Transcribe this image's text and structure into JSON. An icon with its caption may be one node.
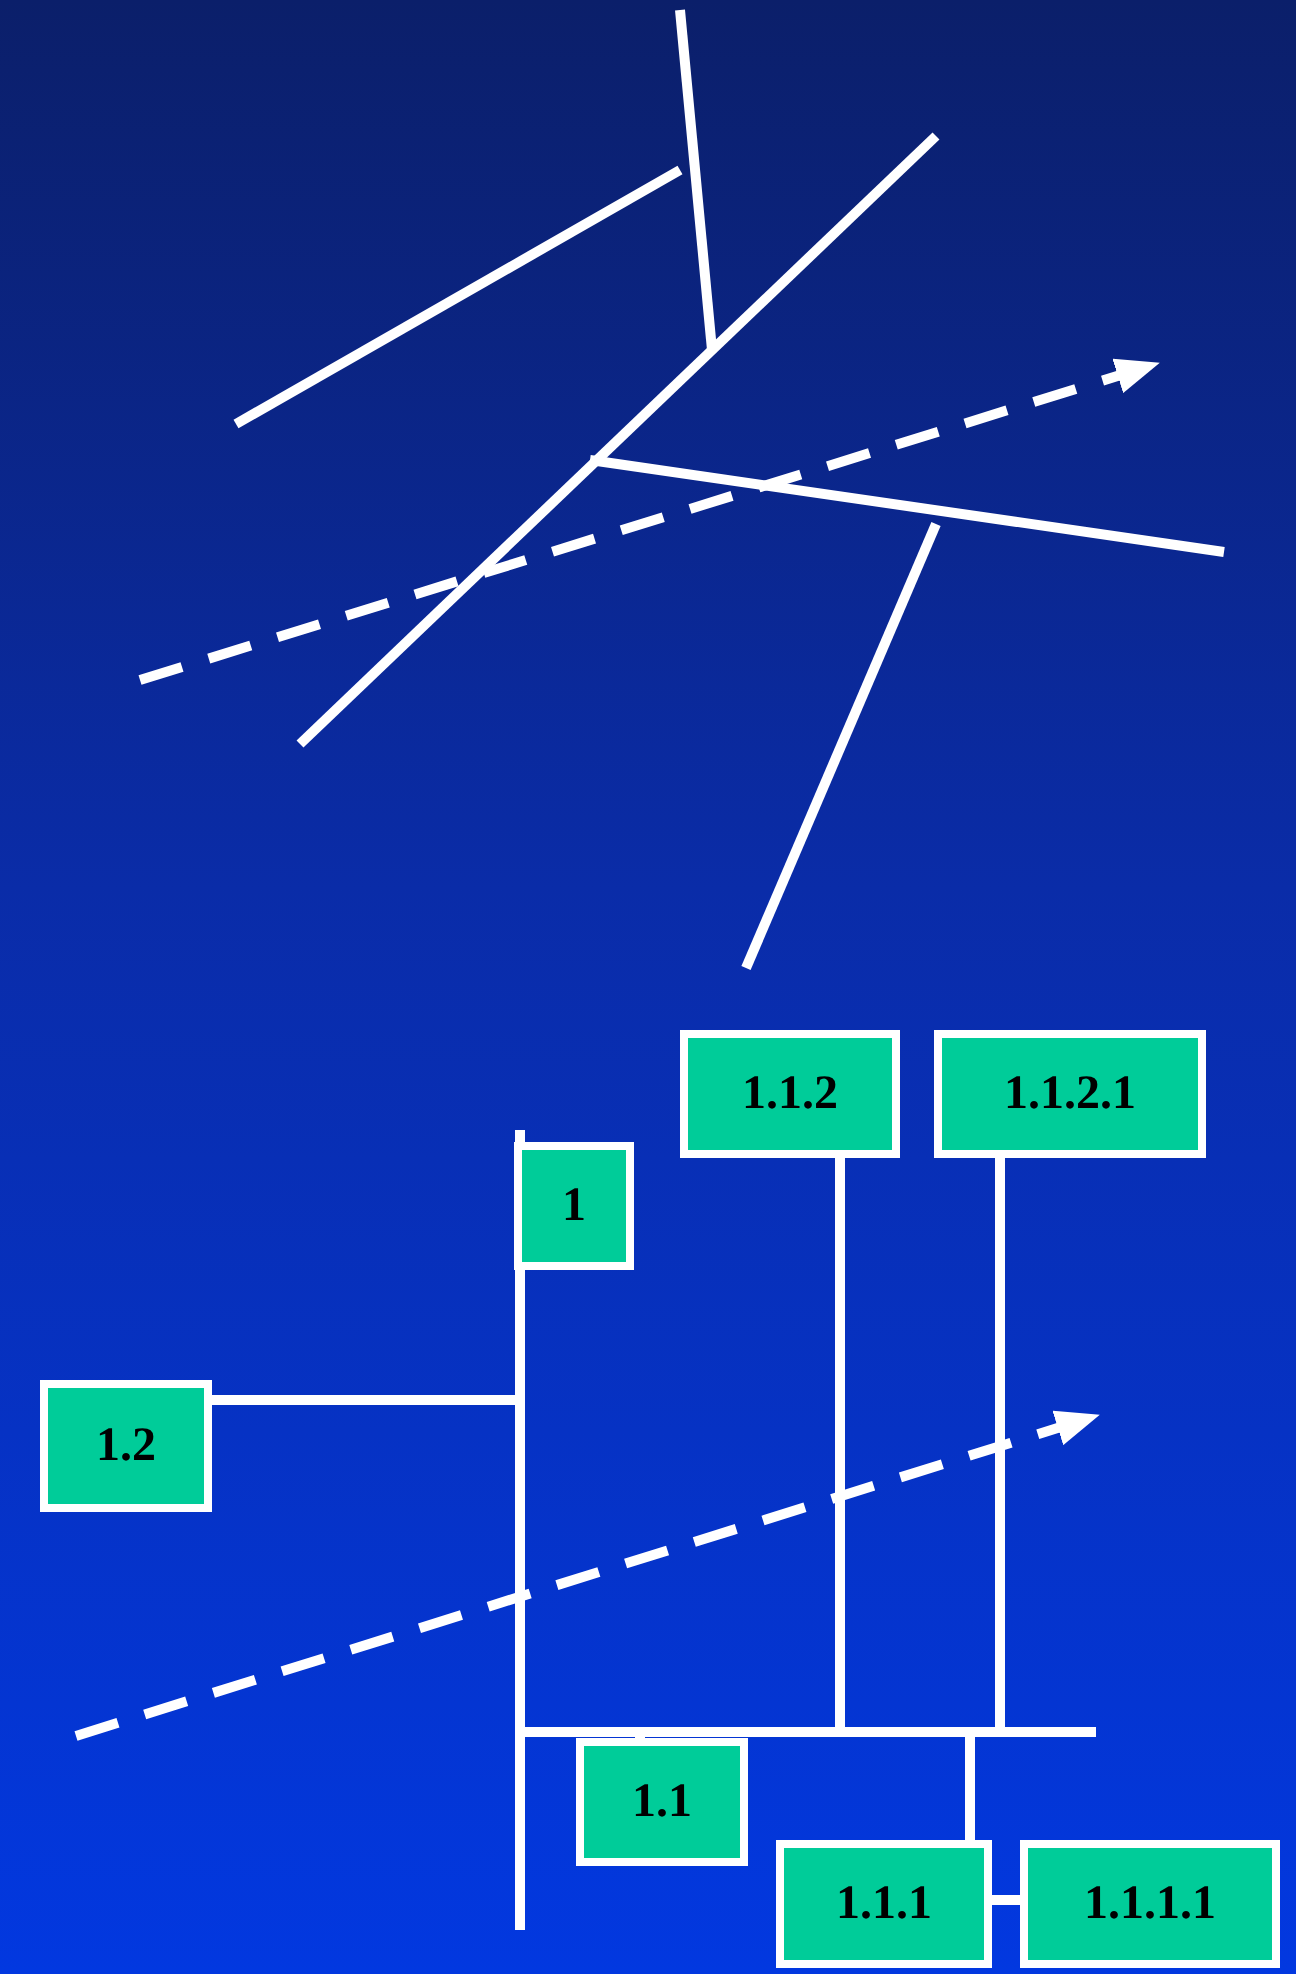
{
  "diagram": {
    "nodes": [
      {
        "text": [
          "1.1.2"
        ]
      },
      {
        "text": [
          "1.1.2.1"
        ]
      },
      {
        "text": [
          "1"
        ]
      },
      {
        "text": [
          "1.2"
        ]
      },
      {
        "text": [
          "1.1"
        ]
      },
      {
        "text": [
          "1.1.1"
        ]
      },
      {
        "text": [
          "1.1.1.1"
        ]
      }
    ],
    "edges": [
      {
        "from": 3,
        "to": 2,
        "arrow": "none"
      },
      {
        "from": 4,
        "to": 2,
        "arrow": "none"
      },
      {
        "from": 0,
        "to": 4,
        "arrow": "none"
      },
      {
        "from": 1,
        "to": 4,
        "arrow": "none"
      },
      {
        "from": 5,
        "to": 4,
        "arrow": "none"
      },
      {
        "from": 6,
        "to": 5,
        "arrow": "none"
      }
    ]
  }
}
